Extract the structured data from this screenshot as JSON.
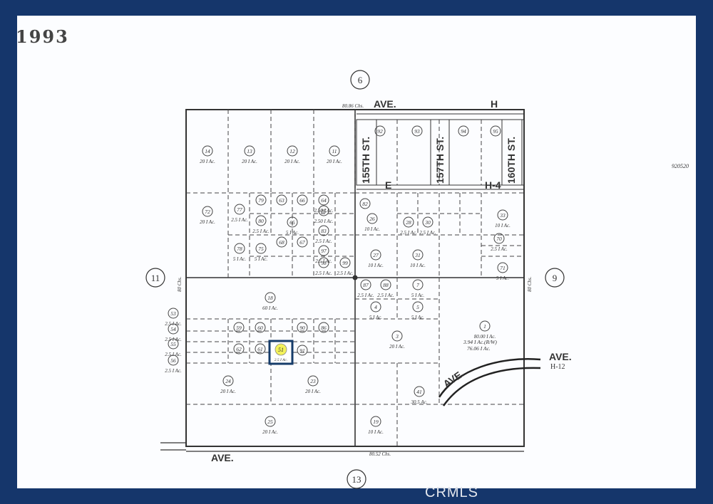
{
  "map": {
    "year": "1993",
    "side_code": "920520",
    "watermark": "CRMLS",
    "section_labels": {
      "top": "6",
      "left": "11",
      "right": "9",
      "bottom": "13"
    },
    "streets": {
      "top_ave": "AVE.",
      "top_h": "H",
      "st_155": "155TH ST.",
      "st_157": "157TH ST.",
      "st_160": "160TH ST.",
      "e_label": "E",
      "h4_label": "H-4",
      "right_ave": "AVE.",
      "right_ave_sub": "H-12",
      "diag_ave": "AVE.",
      "bottom_ave": "AVE.",
      "bottom_chs": "80.52 Chs.",
      "top_chs": "80.86 Chs.",
      "left_chs": "80 Chs.",
      "right_chs": "80 Chs."
    },
    "parcels": [
      {
        "n": "14",
        "a": "20 I Ac."
      },
      {
        "n": "13",
        "a": "20 I Ac."
      },
      {
        "n": "12",
        "a": "20 I Ac."
      },
      {
        "n": "11",
        "a": "20 I Ac."
      },
      {
        "n": "92",
        "a": ""
      },
      {
        "n": "93",
        "a": ""
      },
      {
        "n": "94",
        "a": ""
      },
      {
        "n": "95",
        "a": ""
      },
      {
        "n": "72",
        "a": "20 I Ac."
      },
      {
        "n": "77",
        "a": "2.5 I Ac."
      },
      {
        "n": "79",
        "a": ""
      },
      {
        "n": "63",
        "a": ""
      },
      {
        "n": "66",
        "a": ""
      },
      {
        "n": "64",
        "a": "2.50 I Ac."
      },
      {
        "n": "85",
        "a": "2.50 I Ac."
      },
      {
        "n": "80",
        "a": "2.5 I Ac."
      },
      {
        "n": "65",
        "a": "5 I Ac."
      },
      {
        "n": "83",
        "a": "2.5 I Ac."
      },
      {
        "n": "78",
        "a": "5 I Ac."
      },
      {
        "n": "75",
        "a": "5 I Ac."
      },
      {
        "n": "68",
        "a": ""
      },
      {
        "n": "67",
        "a": ""
      },
      {
        "n": "97",
        "a": "2.5 I Ac."
      },
      {
        "n": "98",
        "a": "2.5 I Ac."
      },
      {
        "n": "99",
        "a": "2.5 I Ac."
      },
      {
        "n": "82",
        "a": ""
      },
      {
        "n": "26",
        "a": "10 I Ac."
      },
      {
        "n": "28",
        "a": "2.5 I Ac."
      },
      {
        "n": "30",
        "a": "2.5 I Ac."
      },
      {
        "n": "33",
        "a": "10 I Ac."
      },
      {
        "n": "27",
        "a": "10 I Ac."
      },
      {
        "n": "31",
        "a": "10 I Ac."
      },
      {
        "n": "70",
        "a": "2.5 I Ac."
      },
      {
        "n": "71",
        "a": "5 I Ac."
      },
      {
        "n": "18",
        "a": "60 I Ac."
      },
      {
        "n": "87",
        "a": "2.5 I Ac."
      },
      {
        "n": "88",
        "a": "2.5 I Ac."
      },
      {
        "n": "7",
        "a": "5 I Ac."
      },
      {
        "n": "4",
        "a": "5 I Ac."
      },
      {
        "n": "5",
        "a": "5 I Ac."
      },
      {
        "n": "53",
        "a": "2.5 I Ac."
      },
      {
        "n": "54",
        "a": "2.5 I Ac."
      },
      {
        "n": "55",
        "a": "2.5 I Ac."
      },
      {
        "n": "56",
        "a": "2.5 I Ac."
      },
      {
        "n": "59",
        "a": ""
      },
      {
        "n": "60",
        "a": ""
      },
      {
        "n": "90",
        "a": ""
      },
      {
        "n": "86",
        "a": ""
      },
      {
        "n": "62",
        "a": ""
      },
      {
        "n": "61",
        "a": ""
      },
      {
        "n": "91",
        "a": ""
      },
      {
        "n": "3",
        "a": "20 I Ac."
      },
      {
        "n": "1",
        "a": "80.00 I Ac."
      },
      {
        "n": "24",
        "a": "20 I Ac."
      },
      {
        "n": "23",
        "a": "20 I Ac."
      },
      {
        "n": "41",
        "a": "30.5 Ac."
      },
      {
        "n": "25",
        "a": "20 I Ac."
      },
      {
        "n": "19",
        "a": "10 I Ac."
      }
    ],
    "highlighted_parcel": {
      "n": "51",
      "a": "2.5 I Ac."
    },
    "parcel_1_extra": [
      "3.94 I Ac.(R/W)",
      "76.06 I Ac."
    ],
    "colors": {
      "frame": "#15366b",
      "paper": "#fcfdff",
      "ink": "#333333",
      "highlight_fill": "#f4f25a",
      "highlight_border": "#163c6a"
    }
  }
}
